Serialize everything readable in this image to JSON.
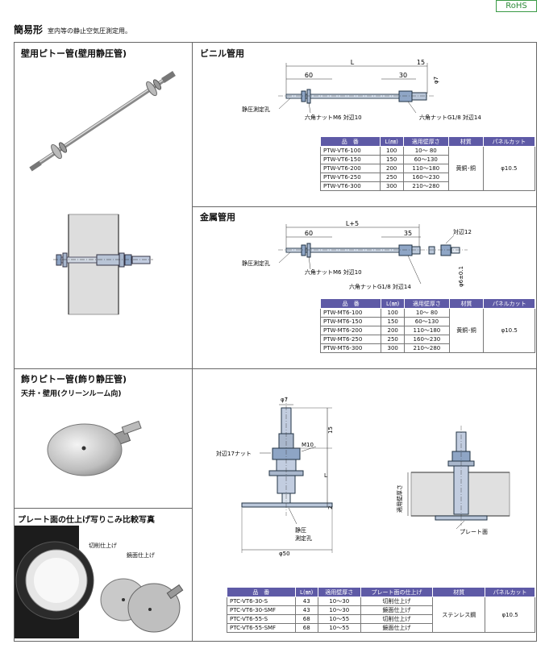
{
  "rohs": "RoHS",
  "heading": {
    "title": "簡易形",
    "subtitle": "室内等の静止空気圧測定用。"
  },
  "wall": {
    "title": "壁用ピトー管(壁用静圧管)",
    "vinyl": {
      "title": "ビニル管用",
      "dims": {
        "L": "L",
        "d60": "60",
        "d30": "30",
        "d15": "15",
        "phi7": "φ7"
      },
      "labels": {
        "hole": "静圧測定孔",
        "nut1": "六角ナットM6 対辺10",
        "nut2": "六角ナットG1/8 対辺14"
      },
      "headers": [
        "品　番",
        "L(㎜)",
        "適用壁厚さ",
        "材質",
        "パネルカット"
      ],
      "rows": [
        [
          "PTW-VT6-100",
          "100",
          "10〜 80"
        ],
        [
          "PTW-VT6-150",
          "150",
          "60〜130"
        ],
        [
          "PTW-VT6-200",
          "200",
          "110〜180"
        ],
        [
          "PTW-VT6-250",
          "250",
          "160〜230"
        ],
        [
          "PTW-VT6-300",
          "300",
          "210〜280"
        ]
      ],
      "material": "黄銅･銅",
      "cut": "φ10.5"
    },
    "metal": {
      "title": "金属管用",
      "dims": {
        "L5": "L+5",
        "d60": "60",
        "d35": "35",
        "w12": "対辺12",
        "phi6": "φ6±0.1"
      },
      "labels": {
        "hole": "静圧測定孔",
        "nut1": "六角ナットM6 対辺10",
        "nut2": "六角ナットG1/8 対辺14"
      },
      "headers": [
        "品　番",
        "L(㎜)",
        "適用壁厚さ",
        "材質",
        "パネルカット"
      ],
      "rows": [
        [
          "PTW-MT6-100",
          "100",
          "10〜 80"
        ],
        [
          "PTW-MT6-150",
          "150",
          "60〜130"
        ],
        [
          "PTW-MT6-200",
          "200",
          "110〜180"
        ],
        [
          "PTW-MT6-250",
          "250",
          "160〜230"
        ],
        [
          "PTW-MT6-300",
          "300",
          "210〜280"
        ]
      ],
      "material": "黄銅･銅",
      "cut": "φ10.5"
    }
  },
  "deco": {
    "title": "飾りピトー管(飾り静圧管)",
    "subtitle": "天井・壁用(クリーンルーム向)",
    "compare_title": "プレート面の仕上げ写りこみ比較写真",
    "photo_labels": {
      "cut": "切削仕上げ",
      "mirror": "鏡面仕上げ"
    },
    "dims": {
      "phi7": "φ7",
      "d15": "15",
      "m10": "M10",
      "L": "L",
      "d2": "2",
      "phi50": "φ50"
    },
    "labels": {
      "nut": "対辺17ナット",
      "hole1": "静圧",
      "hole2": "測定孔",
      "wall": "適用壁厚さ",
      "plate": "プレート面"
    },
    "headers": [
      "品　番",
      "L(㎜)",
      "適用壁厚さ",
      "プレート面の仕上げ",
      "材質",
      "パネルカット"
    ],
    "rows": [
      [
        "PTC-VT6-30-S",
        "43",
        "10〜30",
        "切削仕上げ"
      ],
      [
        "PTC-VT6-30-SMF",
        "43",
        "10〜30",
        "鏡面仕上げ"
      ],
      [
        "PTC-VT6-55-S",
        "68",
        "10〜55",
        "切削仕上げ"
      ],
      [
        "PTC-VT6-55-SMF",
        "68",
        "10〜55",
        "鏡面仕上げ"
      ]
    ],
    "material": "ステンレス鋼",
    "cut": "φ10.5"
  }
}
